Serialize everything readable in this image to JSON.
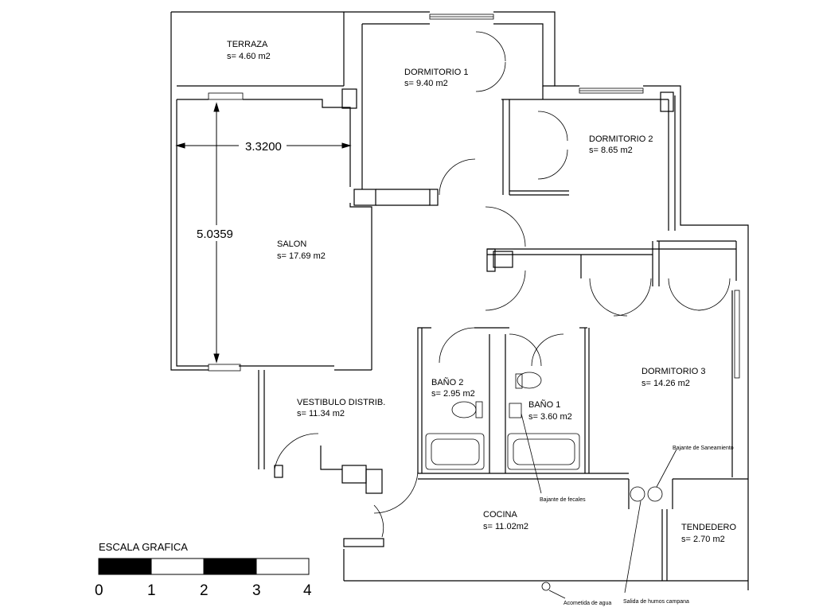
{
  "rooms": {
    "terraza": {
      "name": "TERRAZA",
      "area": "s= 4.60 m2"
    },
    "dormitorio1": {
      "name": "DORMITORIO 1",
      "area": "s= 9.40 m2"
    },
    "dormitorio2": {
      "name": "DORMITORIO 2",
      "area": "s= 8.65 m2"
    },
    "salon": {
      "name": "SALON",
      "area": "s= 17.69 m2"
    },
    "dormitorio3": {
      "name": "DORMITORIO 3",
      "area": "s= 14.26 m2"
    },
    "bano2": {
      "name": "BAÑO 2",
      "area": "s= 2.95 m2"
    },
    "bano1": {
      "name": "BAÑO 1",
      "area": "s= 3.60 m2"
    },
    "vestibulo": {
      "name": "VESTIBULO DISTRIB.",
      "area": "s= 11.34 m2"
    },
    "cocina": {
      "name": "COCINA",
      "area": "s= 11.02m2"
    },
    "tendedero": {
      "name": "TENDEDERO",
      "area": "s= 2.70 m2"
    }
  },
  "dimensions": {
    "salon_width": "3.3200",
    "salon_height": "5.0359"
  },
  "annotations": {
    "bajante_sanea": "Bajante de Saneamiento",
    "bajante_fecales": "Bajante de fecales",
    "acometida_agua": "Acometida de agua",
    "salida_humos": "Salida de humos campana"
  },
  "scale": {
    "title": "ESCALA GRAFICA",
    "ticks": [
      "0",
      "1",
      "2",
      "3",
      "4"
    ]
  },
  "colors": {
    "line": "#000000",
    "background": "#ffffff"
  }
}
